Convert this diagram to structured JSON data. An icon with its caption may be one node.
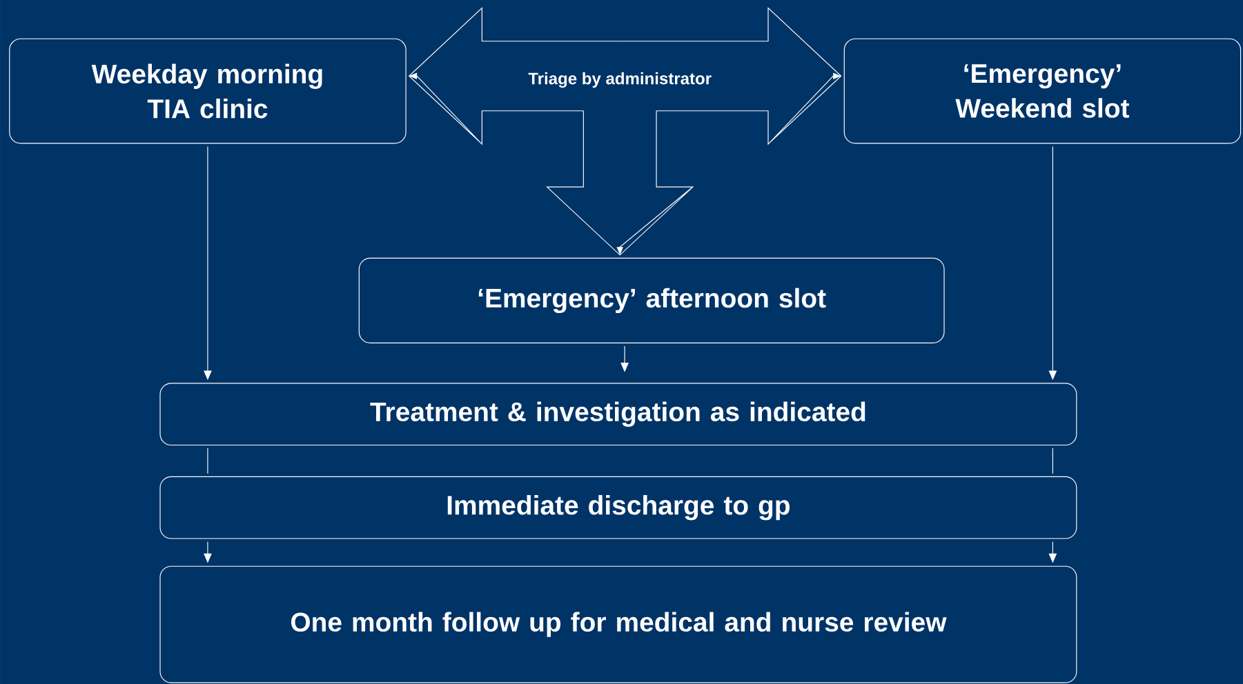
{
  "diagram": {
    "nodes": [
      {
        "text": [
          "Weekday morning TIA clinic"
        ]
      },
      {
        "text": [
          "Triage by administrator"
        ]
      },
      {
        "text": [
          "‘Emergency’ Weekend slot"
        ]
      },
      {
        "text": [
          "‘Emergency’ afternoon slot"
        ]
      },
      {
        "text": [
          "Treatment & investigation as indicated"
        ]
      },
      {
        "text": [
          "Immediate discharge to gp"
        ]
      },
      {
        "text": [
          "One month follow up for medical  and nurse review"
        ]
      }
    ],
    "edges": [
      {
        "from": 1,
        "to": 0,
        "arrow": "to"
      },
      {
        "from": 1,
        "to": 2,
        "arrow": "to"
      },
      {
        "from": 1,
        "to": 3,
        "arrow": "to"
      },
      {
        "from": 0,
        "to": 4,
        "arrow": "to"
      },
      {
        "from": 2,
        "to": 4,
        "arrow": "to"
      },
      {
        "from": 3,
        "to": 4,
        "arrow": "to"
      },
      {
        "from": 4,
        "to": 5,
        "arrow": "none"
      },
      {
        "from": 4,
        "to": 5,
        "arrow": "none"
      },
      {
        "from": 5,
        "to": 6,
        "arrow": "to"
      },
      {
        "from": 5,
        "to": 6,
        "arrow": "to"
      }
    ]
  }
}
